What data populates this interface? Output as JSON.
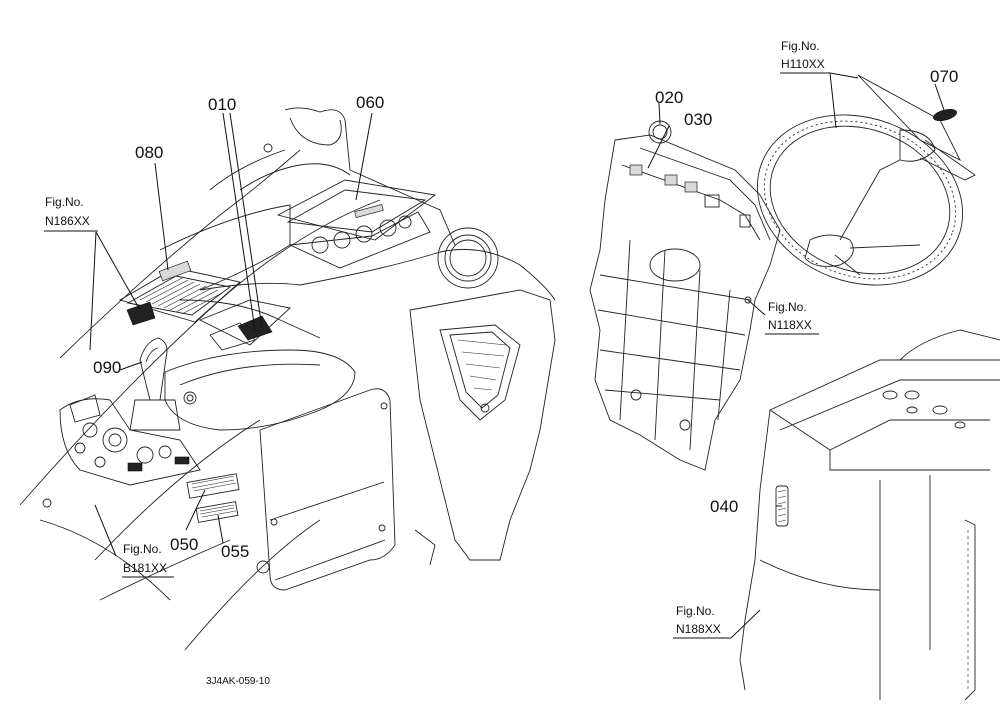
{
  "diagram": {
    "part_numbers": {
      "p010": "010",
      "p020": "020",
      "p030": "030",
      "p040": "040",
      "p050": "050",
      "p055": "055",
      "p060": "060",
      "p070": "070",
      "p080": "080",
      "p090": "090"
    },
    "figure_refs": {
      "n186": {
        "line1": "Fig.No.",
        "line2": "N186XX"
      },
      "b181": {
        "line1": "Fig.No.",
        "line2": "B181XX"
      },
      "h110": {
        "line1": "Fig.No.",
        "line2": "H110XX"
      },
      "n118": {
        "line1": "Fig.No.",
        "line2": "N118XX"
      },
      "n188": {
        "line1": "Fig.No.",
        "line2": "N188XX"
      }
    },
    "drawing_code": "3J4AK-059-10"
  }
}
